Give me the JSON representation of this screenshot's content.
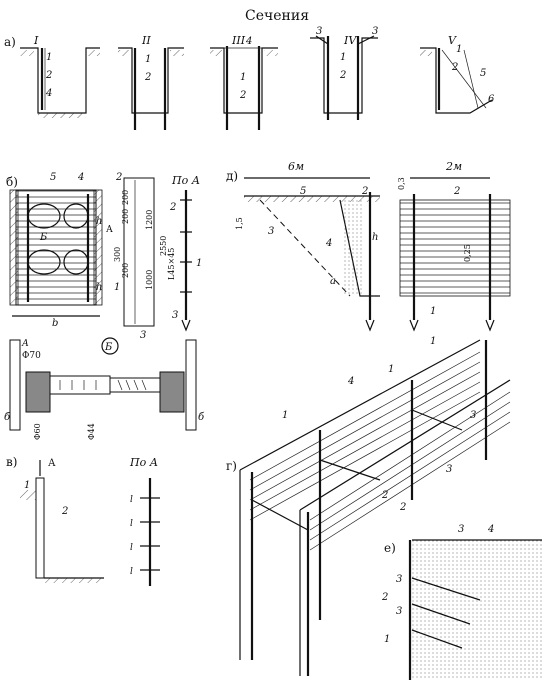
{
  "title": "Сечения",
  "panels": {
    "a": {
      "letter": "а)",
      "sections": [
        "I",
        "II",
        "III",
        "IV",
        "V"
      ],
      "callouts": [
        "1",
        "2",
        "4",
        "1",
        "2",
        "1",
        "2",
        "4",
        "3",
        "3",
        "1",
        "2",
        "1",
        "2",
        "5",
        "6"
      ]
    },
    "b": {
      "letter": "б)",
      "view_label": "По А",
      "arrow_label": "А",
      "circle_label": "Б",
      "dims": [
        "200",
        "200",
        "300",
        "200",
        "1200",
        "2550",
        "1000",
        "L45×45",
        "h",
        "h",
        "b"
      ],
      "callouts": [
        "5",
        "4",
        "2",
        "3",
        "1",
        "2",
        "1",
        "3",
        "Б"
      ],
      "detail": {
        "dims": [
          "Φ70",
          "Φ60",
          "Φ44"
        ],
        "labels": [
          "А",
          "б",
          "б"
        ]
      }
    },
    "v": {
      "letter": "в)",
      "arrow_label": "А",
      "view_label": "По А",
      "callouts": [
        "1",
        "2"
      ],
      "dims": [
        "l",
        "l",
        "l",
        "l"
      ]
    },
    "g": {
      "letter": "г)",
      "callouts": [
        "1",
        "1",
        "1",
        "4",
        "3",
        "3",
        "2",
        "2"
      ]
    },
    "d": {
      "letter": "д)",
      "dims": [
        "6м",
        "2м",
        "1,5",
        "0,3",
        "0,25",
        "1",
        "h",
        "a"
      ],
      "callouts": [
        "5",
        "2",
        "3",
        "4",
        "2"
      ]
    },
    "e": {
      "letter": "е)",
      "callouts": [
        "3",
        "4",
        "3",
        "2",
        "3",
        "1"
      ]
    }
  }
}
